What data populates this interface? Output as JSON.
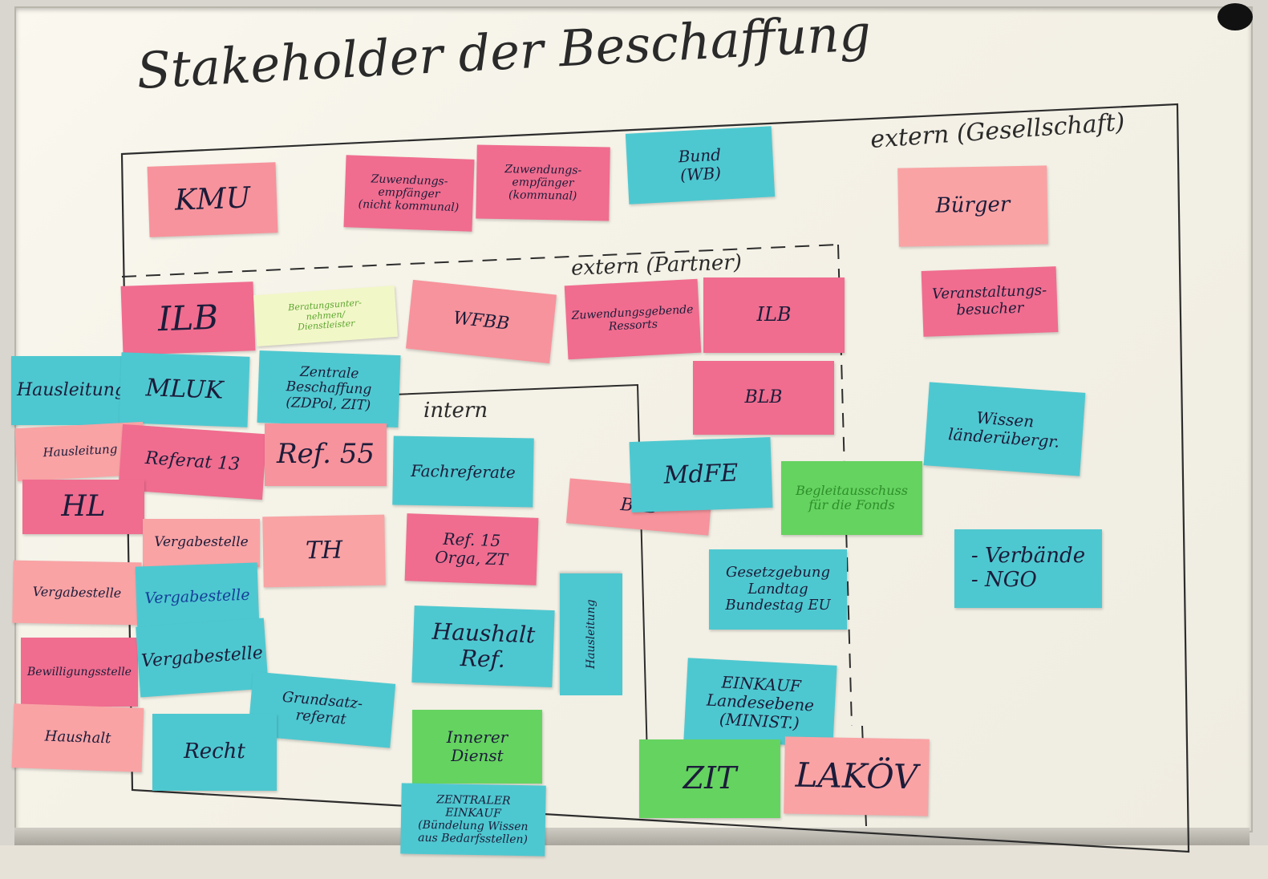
{
  "title": "Stakeholder der Beschaffung",
  "labels": {
    "extern_gesellschaft": "extern (Gesellschaft)",
    "extern_partner": "extern (Partner)",
    "intern": "intern"
  },
  "notes": {
    "kmu": "KMU",
    "zuwendungsempfaenger_nicht_kommunal": "Zuwendungs-\nempfänger\n(nicht kommunal)",
    "zuwendungsempfaenger_kommunal": "Zuwendungs-\nempfänger\n(kommunal)",
    "bund": "Bund\n(WB)",
    "buerger": "Bürger",
    "ilb_left": "ILB",
    "beratungsunternehmen": "Beratungsunter-\nnehmen/\nDienstleister",
    "wfbb": "WFBB",
    "zuwendungsgebende_ressorts": "Zuwendungsgebende\nRessorts",
    "ilb_right": "ILB",
    "veranstaltungsbesucher": "Veranstaltungs-\nbesucher",
    "hausleitung_left": "Hausleitung",
    "mluk": "MLUK",
    "zentrale_beschaffung": "Zentrale\nBeschaffung\n(ZDPol, ZIT)",
    "blb_top": "BLB",
    "wissen": "Wissen\nländerübergr.",
    "hausleitung_2": "Hausleitung",
    "referat_13": "Referat 13",
    "ref_55": "Ref. 55",
    "fachreferate": "Fachreferate",
    "mdfe": "MdFE",
    "blb_low": "BLB",
    "begleitausschuss": "Begleitausschuss\nfür die Fonds",
    "hl": "HL",
    "vergabestelle_pink": "Vergabestelle",
    "th": "TH",
    "ref_15": "Ref. 15\nOrga, ZT",
    "hausleitung_vertical": "Hausleitung",
    "gesetzgebung": "Gesetzgebung\nLandtag\nBundestag EU",
    "verbaende": "- Verbände\n- NGO",
    "vergabestelle_left": "Vergabestelle",
    "vergabestelle_blue": "Vergabestelle",
    "bewilligungsstelle": "Bewilligungsstelle",
    "vergabestelle_cyan": "Vergabestelle",
    "haushalt_ref": "Haushalt\nRef.",
    "einkauf_landesebene": "EINKAUF\nLandesebene\n(MINIST.)",
    "haushalt_left": "Haushalt",
    "grundsatzreferat": "Grundsatz-\nreferat",
    "recht": "Recht",
    "innerer_dienst": "Innerer Dienst",
    "zit": "ZIT",
    "lakoev": "LAKÖV",
    "zentraler_einkauf": "ZENTRALER\nEINKAUF\n(Bündelung Wissen\naus Bedarfsstellen)"
  },
  "colors": {
    "pink": "#f7939c",
    "cyan": "#4ec8d0",
    "green": "#65d360",
    "light_green": "#f2f7c8"
  }
}
